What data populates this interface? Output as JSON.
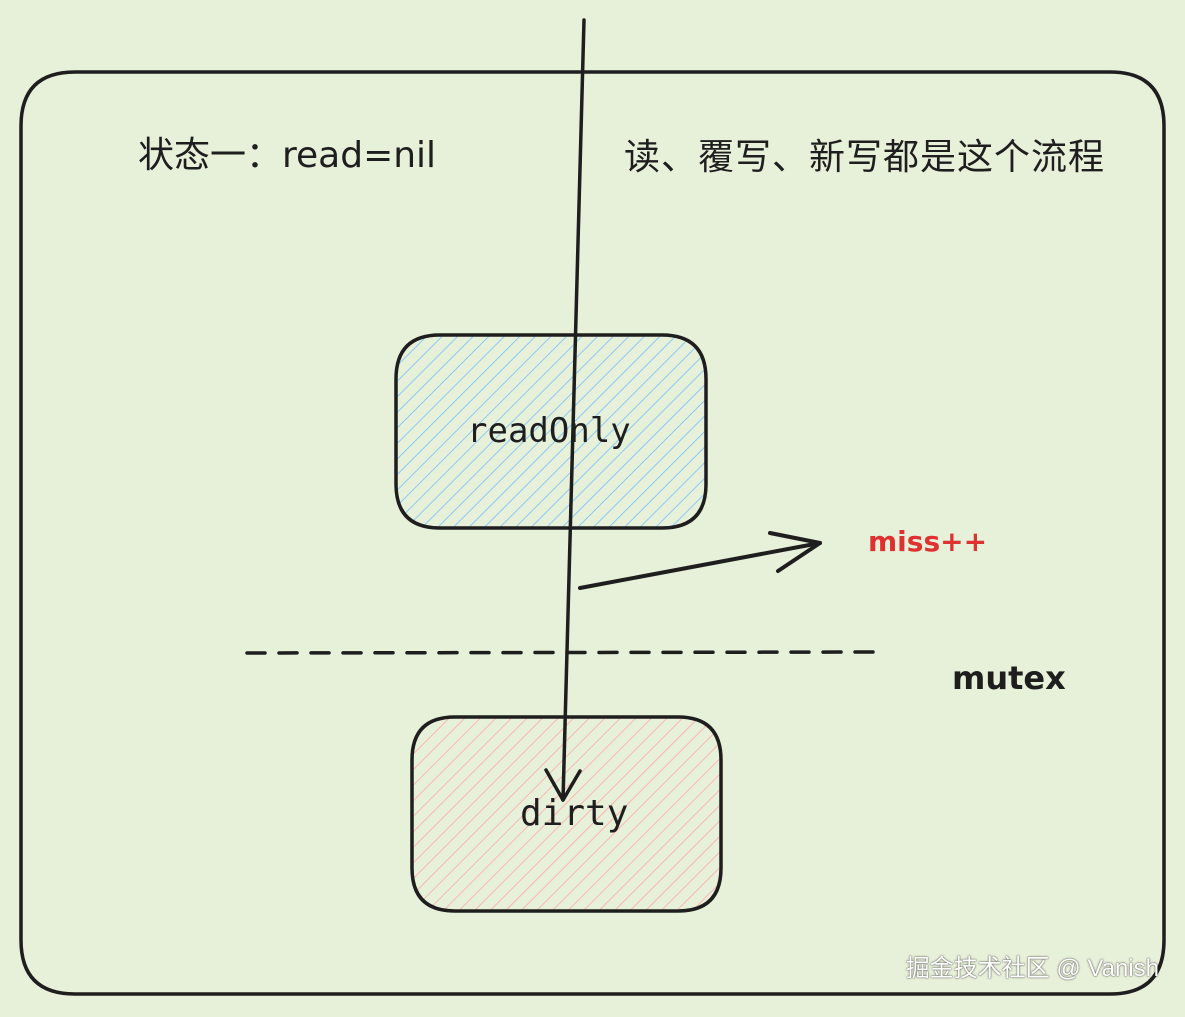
{
  "texts": {
    "state_title": "状态一：read=nil",
    "flow_note": "读、覆写、新写都是这个流程",
    "read_only": "readOnly",
    "dirty": "dirty",
    "miss": "miss++",
    "mutex": "mutex",
    "watermark": "掘金技术社区 @ Vanish"
  },
  "colors": {
    "background": "#e7f0d9",
    "stroke": "#1e1e1e",
    "read_only_hatch": "#74c0fc",
    "dirty_hatch": "#ffa8a8",
    "miss": "#e03131"
  }
}
